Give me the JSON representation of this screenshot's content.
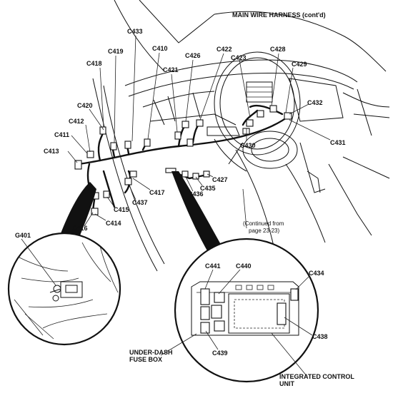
{
  "title": "MAIN WIRE HARNESS (cont'd)",
  "connectors": {
    "c433": "C433",
    "c410": "C410",
    "c419": "C419",
    "c426": "C426",
    "c422": "C422",
    "c423": "C423",
    "c428": "C428",
    "c418": "C418",
    "c421": "C421",
    "c429": "C429",
    "c420": "C420",
    "c432": "C432",
    "c412": "C412",
    "c411": "C411",
    "c413": "C413",
    "c431": "C431",
    "c430": "C430",
    "c427": "C427",
    "c417": "C417",
    "c435": "C435",
    "c437": "C437",
    "c436": "C436",
    "c415": "C415",
    "c414": "C414",
    "c416": "C416",
    "g401": "G401",
    "c441": "C441",
    "c440": "C440",
    "c434": "C434",
    "c438": "C438",
    "c439": "C439"
  },
  "continued_note": {
    "line1": "(Continued from",
    "line2": "page 23-23)"
  },
  "fuse_box_label": {
    "line1": "UNDER-DASH",
    "line2": "FUSE BOX"
  },
  "icu_label": {
    "line1": "INTEGRATED CONTROL",
    "line2": "UNIT"
  }
}
